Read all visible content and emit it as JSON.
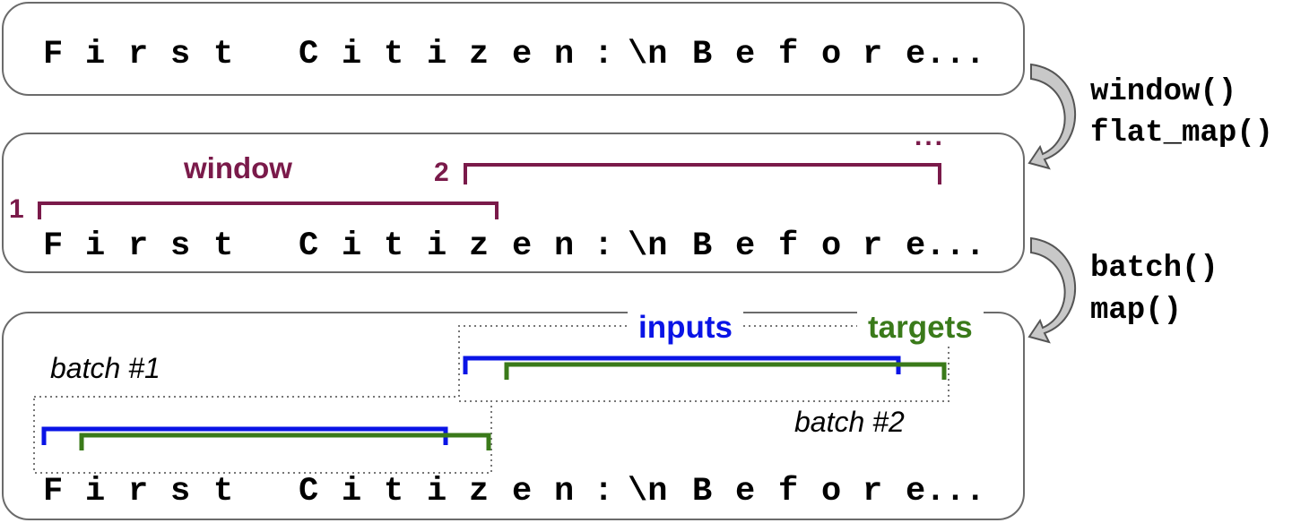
{
  "sequence": {
    "chars": [
      "F",
      "i",
      "r",
      "s",
      "t",
      " ",
      "C",
      "i",
      "t",
      "i",
      "z",
      "e",
      "n",
      ":",
      "\\n",
      "B",
      "e",
      "f",
      "o",
      "r",
      "e..."
    ]
  },
  "panel2": {
    "window_label": "window",
    "index_1": "1",
    "index_2": "2",
    "ellipsis": "..."
  },
  "panel3": {
    "batch1_label": "batch #1",
    "batch2_label": "batch #2",
    "inputs_label": "inputs",
    "targets_label": "targets"
  },
  "operations": {
    "step1": [
      "window()",
      "flat_map()"
    ],
    "step2": [
      "batch()",
      "map()"
    ]
  },
  "colors": {
    "window": "#7a1a4a",
    "inputs": "#0a14e6",
    "targets": "#3a7a1a",
    "border": "#6b6b6b"
  }
}
